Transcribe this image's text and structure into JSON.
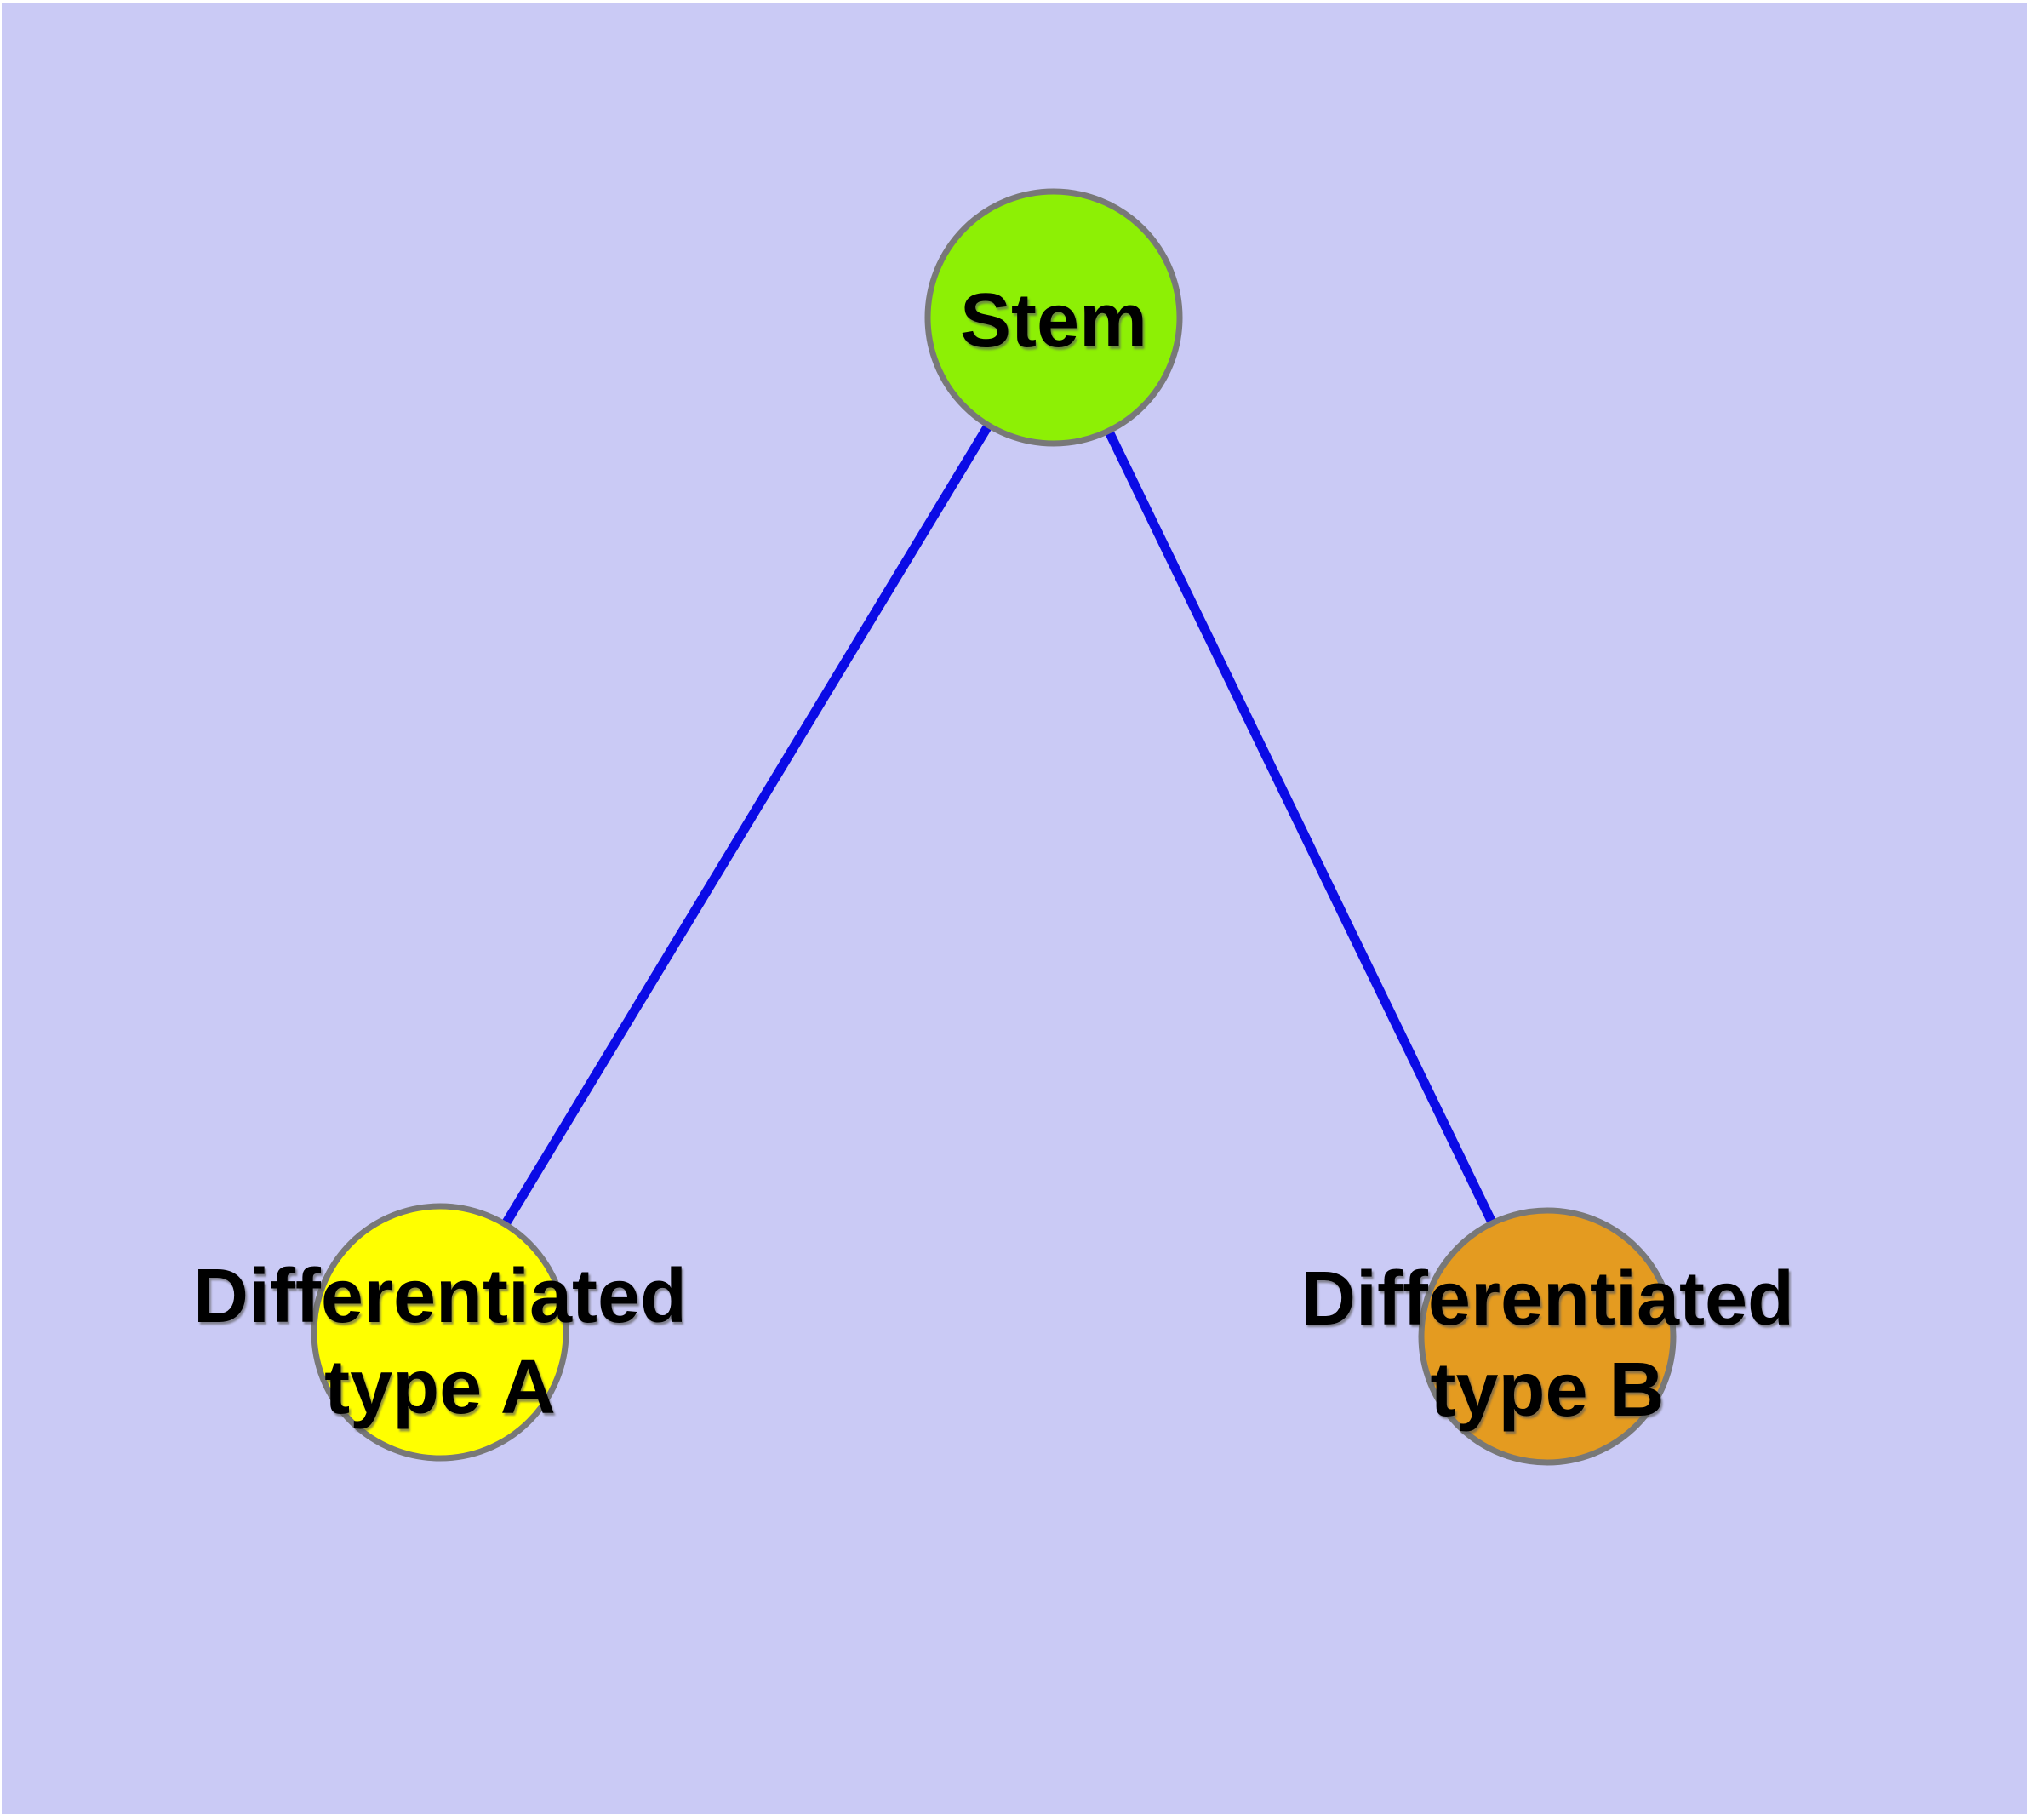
{
  "diagram": {
    "type": "node-link-graph",
    "description": "Cell differentiation graph: a stem cell node branching into two differentiated cell type nodes",
    "background_color": "#FFFFFF",
    "panel_color": "#CACAF5",
    "edge_color": "#0B0BE6",
    "node_border_color": "#787878",
    "label_color": "#000000",
    "nodes": [
      {
        "id": "stem",
        "label": "Stem",
        "fill": "#8DF005"
      },
      {
        "id": "differentiated-type-a",
        "label": "Differentiated type A",
        "label_line1": "Differentiated",
        "label_line2": "type A",
        "fill": "#FFFF00"
      },
      {
        "id": "differentiated-type-b",
        "label": "Differentiated type B",
        "label_line1": "Differentiated",
        "label_line2": "type B",
        "fill": "#E49B20"
      }
    ],
    "edges": [
      {
        "from": "Stem",
        "to": "Differentiated type A"
      },
      {
        "from": "Stem",
        "to": "Differentiated type B"
      }
    ]
  }
}
